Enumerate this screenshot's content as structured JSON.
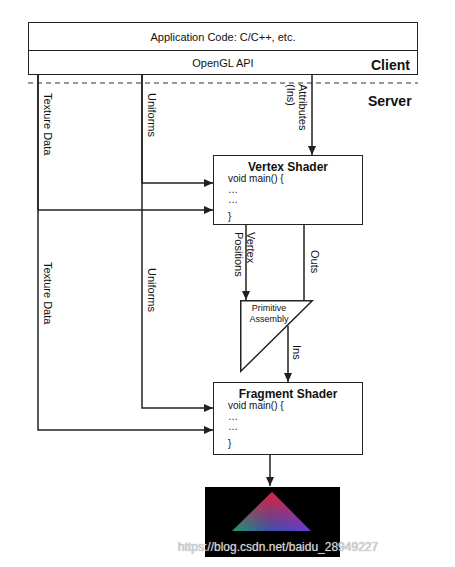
{
  "diagram": {
    "nodes": [
      {
        "text": [
          "Application Code: C/C++, etc."
        ]
      },
      {
        "text": [
          "OpenGL API"
        ]
      },
      {
        "text": [
          "Vertex Shader",
          "void main() {",
          "…",
          "…",
          "}"
        ]
      },
      {
        "text": [
          "Primitive Assembly"
        ]
      },
      {
        "text": [
          "Fragment Shader",
          "void main() {",
          "…",
          "…",
          "}"
        ]
      }
    ],
    "edges": [
      {
        "from": 1,
        "to": 2,
        "label": "Attributes (Ins)",
        "arrow": "to"
      },
      {
        "from": 1,
        "to": 2,
        "label": "Uniforms",
        "arrow": "to"
      },
      {
        "from": 1,
        "to": 4,
        "label": "Uniforms",
        "arrow": "to"
      },
      {
        "from": 1,
        "to": 2,
        "label": "Texture Data",
        "arrow": "to"
      },
      {
        "from": 1,
        "to": 4,
        "label": "Texture Data",
        "arrow": "to"
      },
      {
        "from": 2,
        "to": 3,
        "label": "Vertex Positions",
        "arrow": "to"
      },
      {
        "from": 2,
        "to": 3,
        "label": "Outs",
        "arrow": "to"
      },
      {
        "from": 3,
        "to": 4,
        "label": "Ins",
        "arrow": "to"
      }
    ],
    "labels": [
      "Client",
      "Server",
      "https://blog.csdn.net/baidu_28949227"
    ]
  }
}
